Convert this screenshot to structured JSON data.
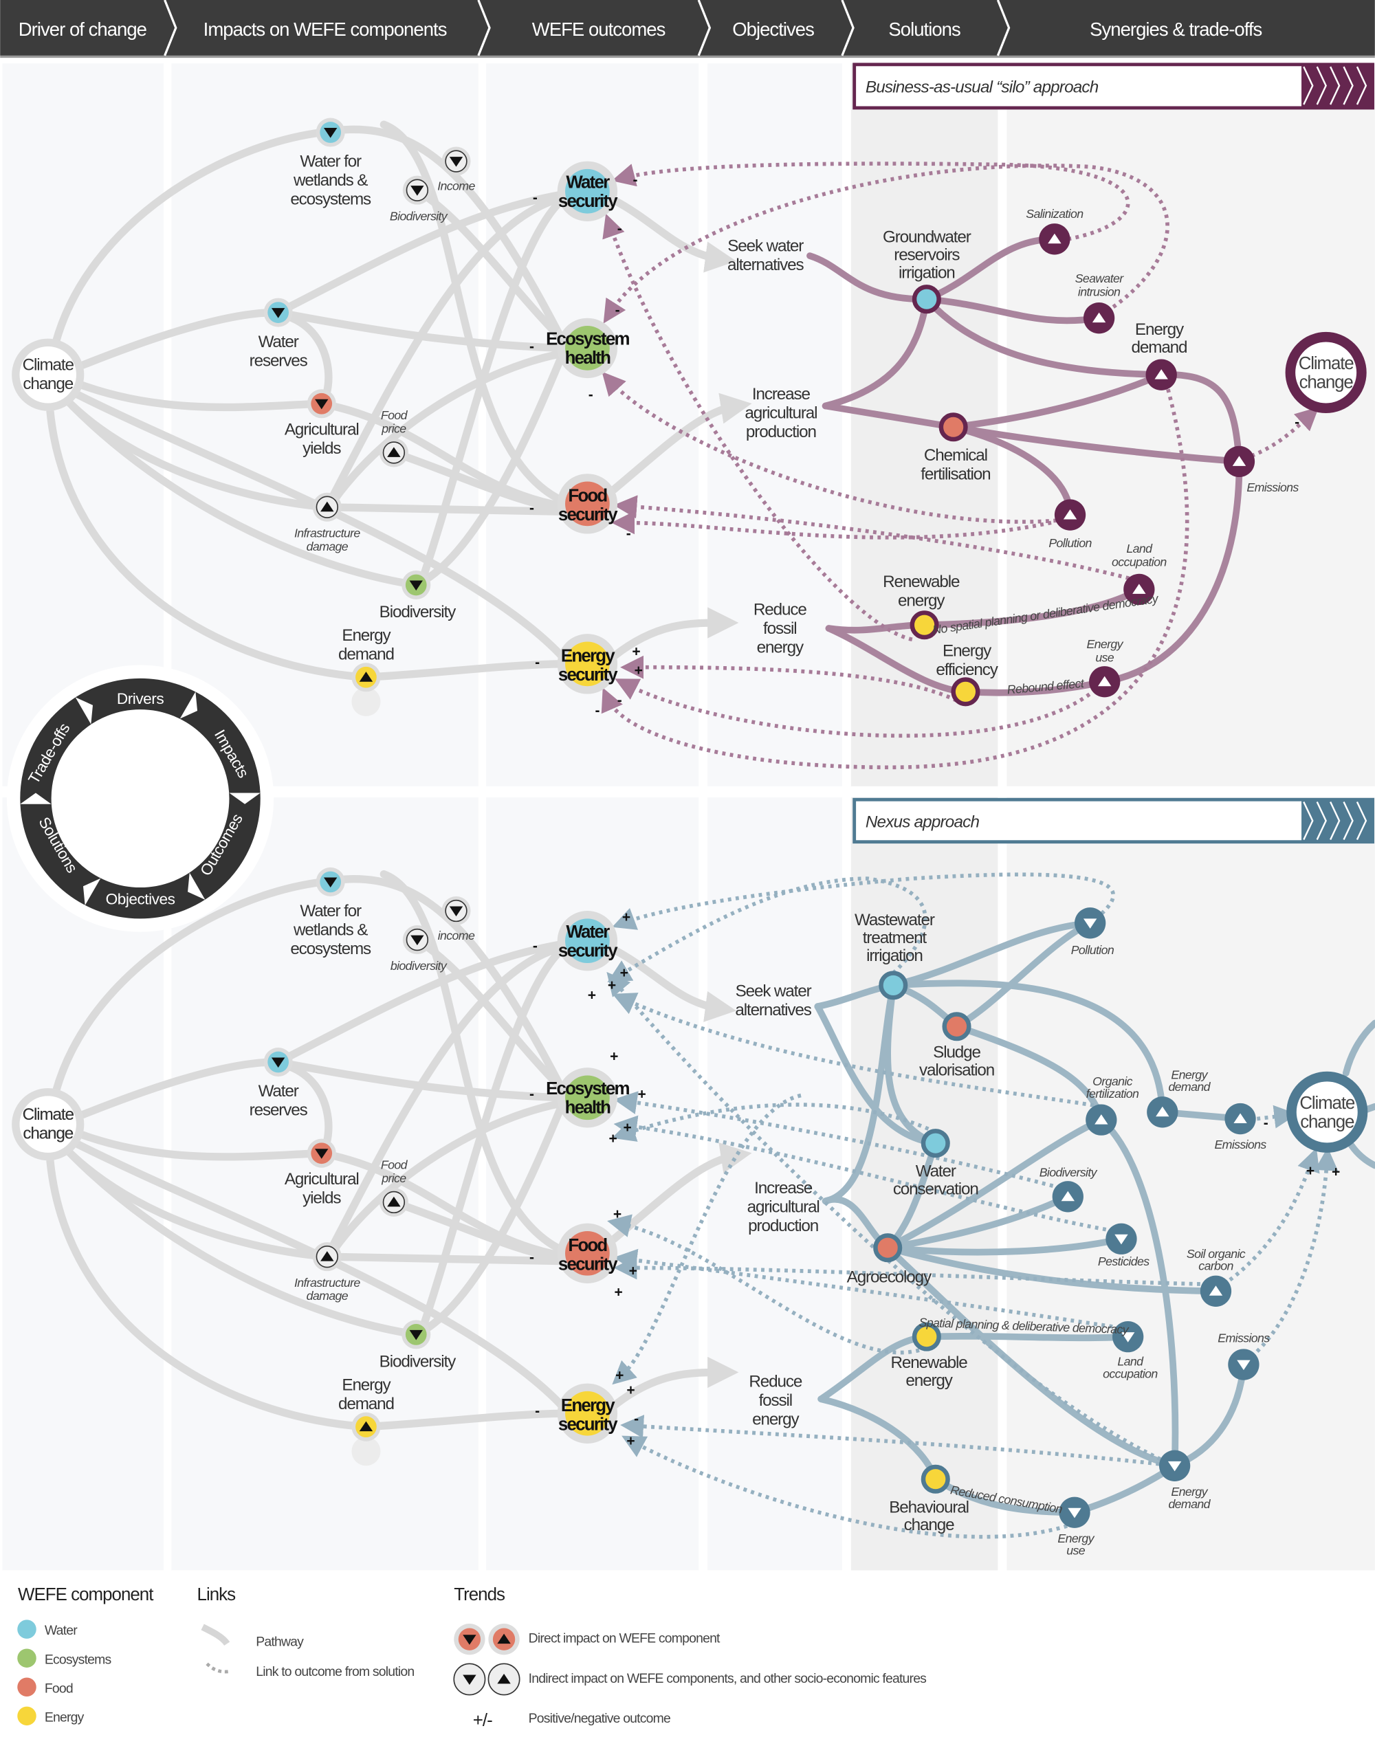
{
  "header": {
    "columns": [
      "Driver of change",
      "Impacts on WEFE components",
      "WEFE outcomes",
      "Objectives",
      "Solutions",
      "Synergies & trade-offs"
    ]
  },
  "colors": {
    "water": "#7ecbdc",
    "ecosystems": "#9dc66f",
    "food": "#e07b66",
    "energy": "#f7d63a",
    "bau": "#65264f",
    "nexus": "#4f7a92",
    "header": "#3c3c3c"
  },
  "cycle": {
    "labels": [
      "Drivers",
      "Impacts",
      "Outcomes",
      "Objectives",
      "Solutions",
      "Trade-offs"
    ]
  },
  "bau": {
    "title": "Business-as-usual “silo” approach",
    "labels": {
      "climate": [
        "Climate",
        "change"
      ],
      "wetlands": [
        "Water for",
        "wetlands &",
        "ecosystems"
      ],
      "income": [
        "Income"
      ],
      "biodiv_ind": [
        "Biodiversity"
      ],
      "reserves": [
        "Water",
        "reserves"
      ],
      "yields": [
        "Agricultural",
        "yields"
      ],
      "food_price": [
        "Food",
        "price"
      ],
      "infra": [
        "Infrastructure",
        "damage"
      ],
      "biodiv": [
        "Biodiversity"
      ],
      "energy_demand": [
        "Energy",
        "demand"
      ],
      "water_sec": [
        "Water",
        "security"
      ],
      "eco": [
        "Ecosystem",
        "health"
      ],
      "food_sec": [
        "Food",
        "security"
      ],
      "energy_sec": [
        "Energy",
        "security"
      ],
      "obj_water": [
        "Seek water",
        "alternatives"
      ],
      "obj_ag": [
        "Increase",
        "agricultural",
        "production"
      ],
      "obj_energy": [
        "Reduce",
        "fossil",
        "energy"
      ],
      "sol_gw": [
        "Groundwater",
        "reservoirs",
        "irrigation"
      ],
      "sol_chem": [
        "Chemical",
        "fertilisation"
      ],
      "sol_ren": [
        "Renewable",
        "energy"
      ],
      "sol_eff": [
        "Energy",
        "efficiency"
      ],
      "syn_sal": [
        "Salinization"
      ],
      "syn_sea": [
        "Seawater",
        "intrusion"
      ],
      "syn_ed": [
        "Energy",
        "demand"
      ],
      "syn_em": [
        "Emissions"
      ],
      "syn_pol": [
        "Pollution"
      ],
      "syn_land": [
        "Land",
        "occupation"
      ],
      "syn_use": [
        "Energy",
        "use"
      ],
      "climate_out": [
        "Climate",
        "change"
      ],
      "link_plan": [
        "No spatial planning or deliberative democracy"
      ],
      "link_rebound": [
        "Rebound effect"
      ]
    },
    "signs": [
      "-",
      "-",
      "-",
      "-",
      "-",
      "-",
      "-",
      "-",
      "+",
      "+",
      "-",
      "-",
      "-",
      "-"
    ]
  },
  "nexus": {
    "title": "Nexus approach",
    "labels": {
      "climate": [
        "Climate",
        "change"
      ],
      "wetlands": [
        "Water for",
        "wetlands &",
        "ecosystems"
      ],
      "income": [
        "income"
      ],
      "biodiv_ind": [
        "biodiversity"
      ],
      "reserves": [
        "Water",
        "reserves"
      ],
      "yields": [
        "Agricultural",
        "yields"
      ],
      "food_price": [
        "Food",
        "price"
      ],
      "infra": [
        "Infrastructure",
        "damage"
      ],
      "biodiv": [
        "Biodiversity"
      ],
      "energy_demand": [
        "Energy",
        "demand"
      ],
      "water_sec": [
        "Water",
        "security"
      ],
      "eco": [
        "Ecosystem",
        "health"
      ],
      "food_sec": [
        "Food",
        "security"
      ],
      "energy_sec": [
        "Energy",
        "security"
      ],
      "obj_water": [
        "Seek water",
        "alternatives"
      ],
      "obj_ag": [
        "Increase",
        "agricultural",
        "production"
      ],
      "obj_energy": [
        "Reduce",
        "fossil",
        "energy"
      ],
      "sol_ww": [
        "Wastewater",
        "treatment",
        "irrigation"
      ],
      "sol_sludge": [
        "Sludge",
        "valorisation"
      ],
      "sol_cons": [
        "Water",
        "conservation"
      ],
      "sol_agro": [
        "Agroecology"
      ],
      "sol_ren": [
        "Renewable",
        "energy"
      ],
      "sol_beh": [
        "Behavioural",
        "change"
      ],
      "syn_pol": [
        "Pollution"
      ],
      "syn_org": [
        "Organic",
        "fertilization"
      ],
      "syn_ed1": [
        "Energy",
        "demand"
      ],
      "syn_em1": [
        "Emissions"
      ],
      "syn_bio": [
        "Biodiversity"
      ],
      "syn_pest": [
        "Pesticides"
      ],
      "syn_soc": [
        "Soil organic",
        "carbon"
      ],
      "syn_land": [
        "Land",
        "occupation"
      ],
      "syn_em2": [
        "Emissions"
      ],
      "syn_ed2": [
        "Energy",
        "demand"
      ],
      "syn_use": [
        "Energy",
        "use"
      ],
      "climate_out": [
        "Climate",
        "change"
      ],
      "link_plan": [
        "Spatial planning & deliberative democracy"
      ],
      "link_reduced": [
        "Reduced consumption"
      ]
    },
    "signs": [
      "+",
      "-",
      "+",
      "+",
      "+",
      "+",
      "+",
      "+",
      "+",
      "-",
      "+",
      "-",
      "+",
      "+",
      "+",
      "+",
      "-",
      "-",
      "+",
      "-",
      "+",
      "+"
    ]
  },
  "legend": {
    "component_title": "WEFE component",
    "components": [
      "Water",
      "Ecosystems",
      "Food",
      "Energy"
    ],
    "links_title": "Links",
    "links": [
      "Pathway",
      "Link to outcome from solution"
    ],
    "trends_title": "Trends",
    "trends": [
      "Direct impact on WEFE component",
      "Indirect impact on WEFE components, and other socio-economic features",
      "Positive/negative outcome"
    ],
    "sign_symbol": "+/-"
  }
}
